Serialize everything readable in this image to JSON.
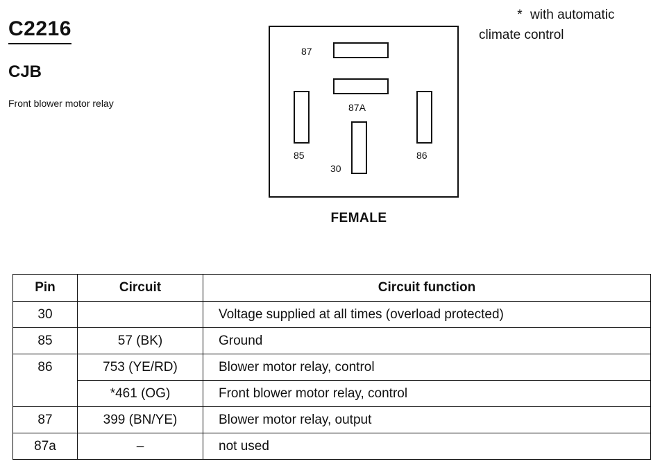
{
  "header": {
    "connector_id": "C2216",
    "location": "CJB",
    "description": "Front blower motor relay"
  },
  "note": {
    "symbol": "*",
    "text_line1": "with automatic",
    "text_line2": "climate control"
  },
  "diagram": {
    "view_label": "FEMALE",
    "terminals": {
      "t87": "87",
      "t87a": "87A",
      "t85": "85",
      "t86": "86",
      "t30": "30"
    }
  },
  "table": {
    "headers": {
      "pin": "Pin",
      "circuit": "Circuit",
      "function": "Circuit function"
    },
    "rows": [
      {
        "pin": "30",
        "circuit": "",
        "function": "Voltage supplied at all times (overload protected)"
      },
      {
        "pin": "85",
        "circuit": "57 (BK)",
        "function": "Ground"
      },
      {
        "pin": "86",
        "circuit": "753 (YE/RD)",
        "function": "Blower motor relay, control"
      },
      {
        "pin": "",
        "circuit": "*461 (OG)",
        "function": "Front blower motor relay, control"
      },
      {
        "pin": "87",
        "circuit": "399 (BN/YE)",
        "function": "Blower motor relay, output"
      },
      {
        "pin": "87a",
        "circuit": "–",
        "function": "not used"
      }
    ]
  }
}
